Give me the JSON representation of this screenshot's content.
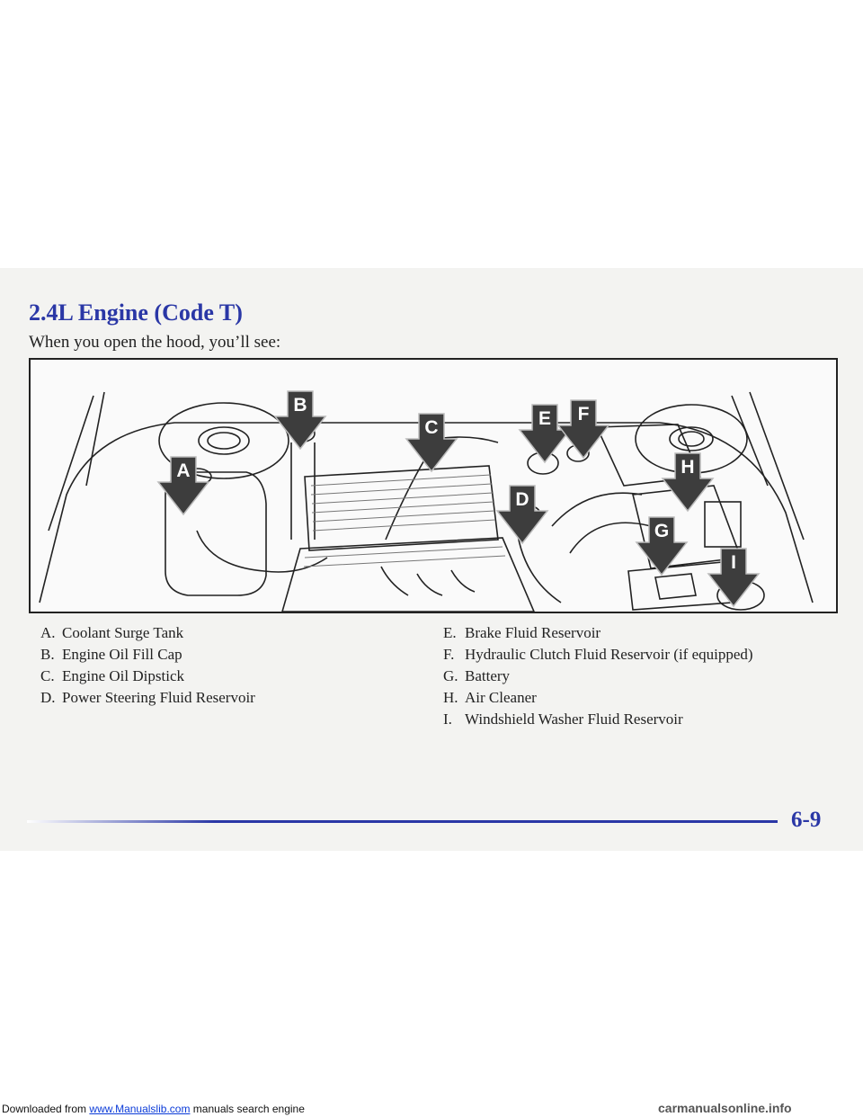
{
  "page": {
    "title": "2.4L Engine (Code T)",
    "intro": "When you open the hood, you’ll see:",
    "page_number": "6-9"
  },
  "figure": {
    "callouts": [
      "A",
      "B",
      "C",
      "D",
      "E",
      "F",
      "G",
      "H",
      "I"
    ]
  },
  "legend": {
    "left": [
      {
        "letter": "A.",
        "text": "Coolant Surge Tank"
      },
      {
        "letter": "B.",
        "text": "Engine Oil Fill Cap"
      },
      {
        "letter": "C.",
        "text": "Engine Oil Dipstick"
      },
      {
        "letter": "D.",
        "text": "Power Steering Fluid Reservoir"
      }
    ],
    "right": [
      {
        "letter": "E.",
        "text": "Brake Fluid Reservoir"
      },
      {
        "letter": "F.",
        "text": "Hydraulic Clutch Fluid Reservoir (if equipped)"
      },
      {
        "letter": "G.",
        "text": "Battery"
      },
      {
        "letter": "H.",
        "text": "Air Cleaner"
      },
      {
        "letter": "I.",
        "text": "Windshield Washer Fluid Reservoir"
      }
    ]
  },
  "footer": {
    "download_prefix": "Downloaded from",
    "download_link": "www.Manualslib.com",
    "download_suffix": "manuals search engine",
    "watermark": "carmanualsonline.info"
  },
  "colors": {
    "heading_blue": "#2a37a6",
    "callout_dark": "#3d3d3d"
  }
}
